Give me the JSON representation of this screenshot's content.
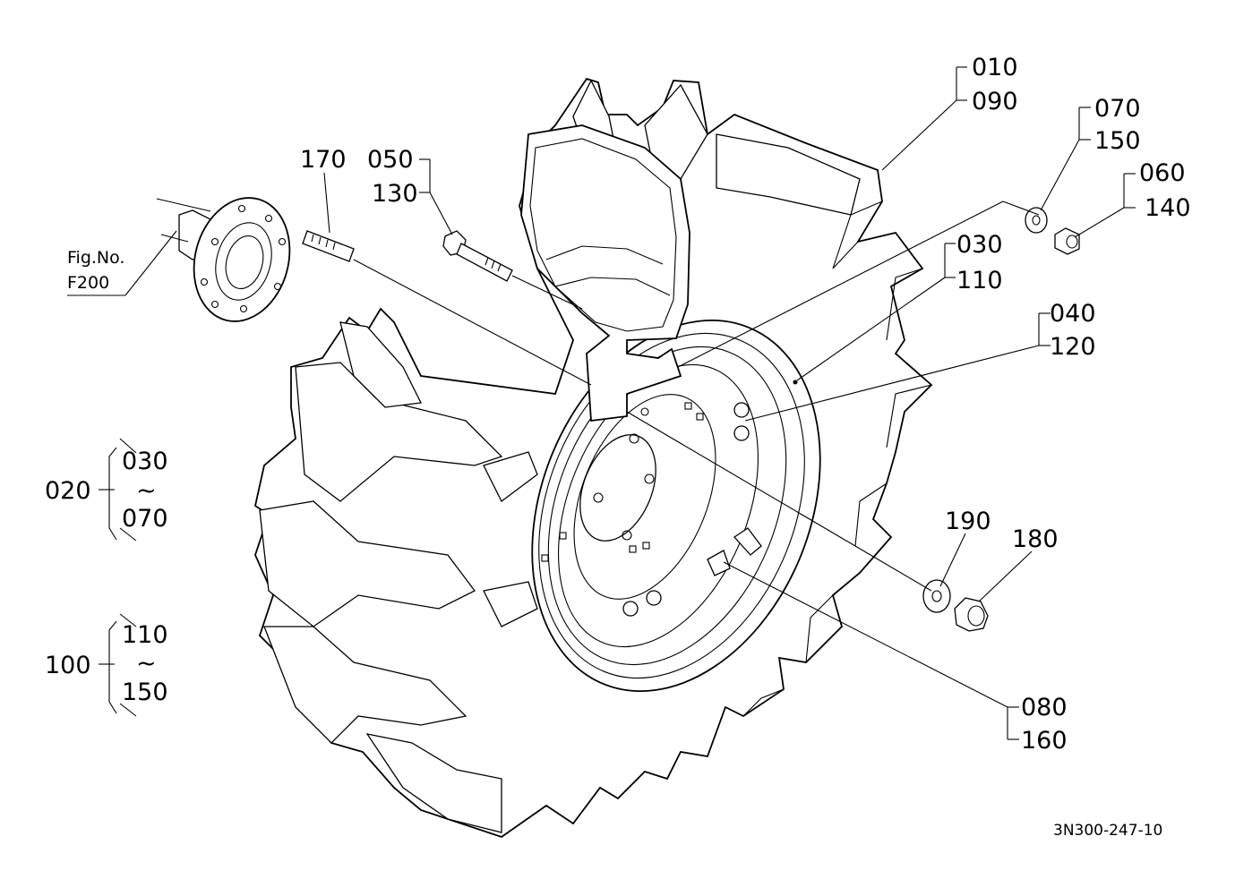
{
  "diagram": {
    "callouts": {
      "c010": "010",
      "c090": "090",
      "c070": "070",
      "c150": "150",
      "c060": "060",
      "c140": "140",
      "c050": "050",
      "c130": "130",
      "c170": "170",
      "c030": "030",
      "c110": "110",
      "c040": "040",
      "c120": "120",
      "c190": "190",
      "c180": "180",
      "c080": "080",
      "c160": "160"
    },
    "figref": {
      "line1": "Fig.No.",
      "line2": "F200"
    },
    "groups": {
      "g020": {
        "id": "020",
        "from": "030",
        "tilde": "~",
        "to": "070"
      },
      "g100": {
        "id": "100",
        "from": "110",
        "tilde": "~",
        "to": "150"
      }
    },
    "drawing_code": "3N300-247-10"
  }
}
